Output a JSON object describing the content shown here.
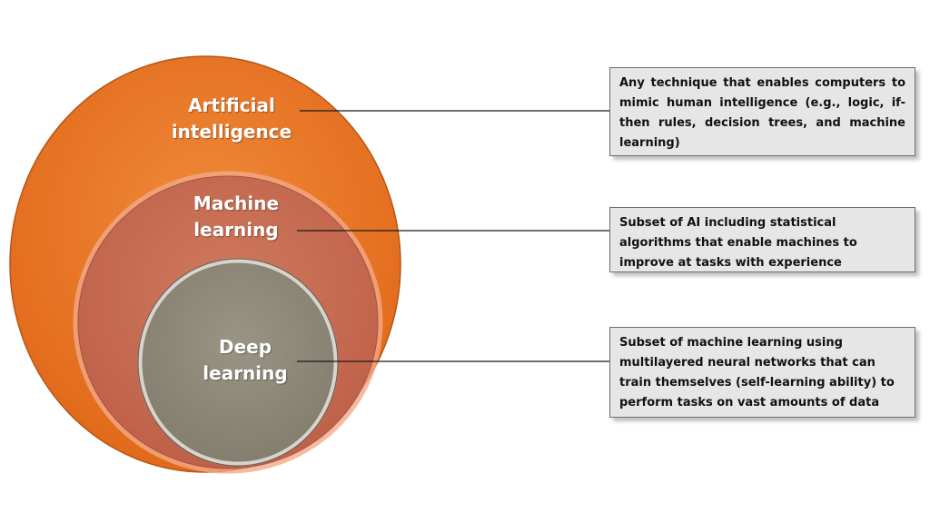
{
  "colors": {
    "outer_circle": "#e8711f",
    "middle_circle": "#c86c52",
    "inner_circle": "#8f8979",
    "box_fill": "#e6e6e6",
    "connector": "#1a1a1a"
  },
  "layers": [
    {
      "id": "ai",
      "label": "Artificial\nintelligence",
      "description": "Any technique that enables computers to mimic human intelligence (e.g., logic, if-then rules, decision trees, and machine learning)"
    },
    {
      "id": "ml",
      "label": "Machine\nlearning",
      "description": "Subset of AI including statistical algorithms that enable machines to improve at tasks with experience"
    },
    {
      "id": "dl",
      "label": "Deep\nlearning",
      "description": "Subset of machine learning using multilayered neural networks that can train themselves (self-learning ability) to perform tasks on vast amounts of data"
    }
  ]
}
